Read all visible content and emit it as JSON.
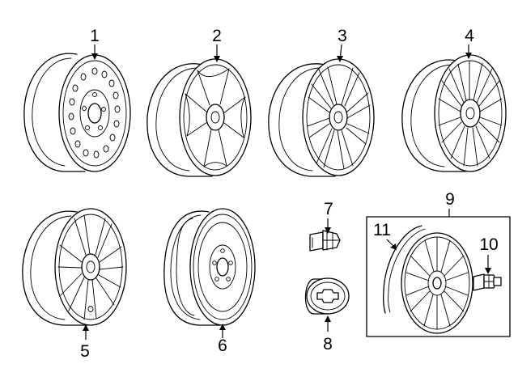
{
  "callouts": {
    "c1": "1",
    "c2": "2",
    "c3": "3",
    "c4": "4",
    "c5": "5",
    "c6": "6",
    "c7": "7",
    "c8": "8",
    "c9": "9",
    "c10": "10",
    "c11": "11"
  },
  "parts": [
    "steel-wheel",
    "alloy-wheel-5-spoke",
    "alloy-wheel-5-split-spoke",
    "alloy-wheel-10-spoke",
    "alloy-wheel-5-twin-spoke",
    "spare-wheel",
    "lug-nut",
    "center-cap",
    "wheel-cover",
    "cover-nut",
    "cover-trim-strip"
  ]
}
